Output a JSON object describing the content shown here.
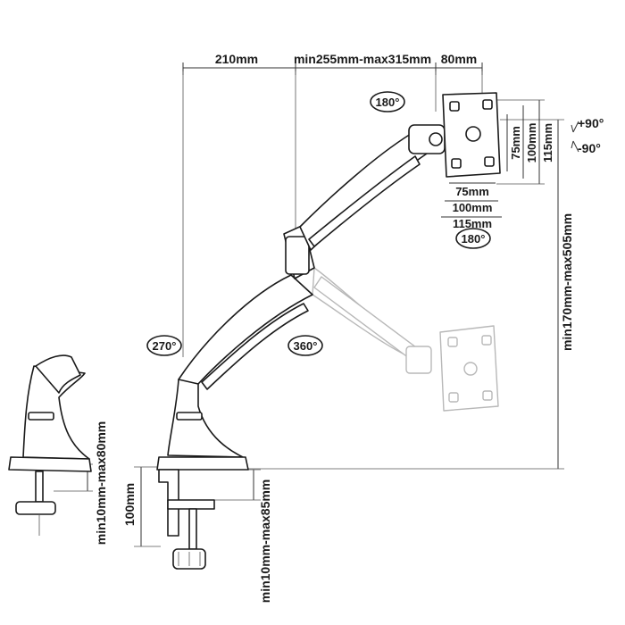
{
  "dimensions": {
    "arm_reach": "210mm",
    "extension": "min255mm-max315mm",
    "vesa_offset": "80mm",
    "vesa_h_75": "75mm",
    "vesa_h_100": "100mm",
    "vesa_h_115": "115mm",
    "vesa_v_75": "75mm",
    "vesa_v_100": "100mm",
    "vesa_v_115": "115mm",
    "height_range": "min170mm-max505mm",
    "clamp_depth": "100mm",
    "clamp_thickness": "min10mm-max85mm",
    "grommet_thickness": "min10mm-max80mm"
  },
  "rotations": {
    "tilt_up": "+90°",
    "tilt_down": "-90°",
    "top_swivel": "180°",
    "rotation_bottom": "180°",
    "base_swivel": "270°",
    "arm_swivel": "360°"
  },
  "colors": {
    "line": "#1a1a1a",
    "ghost": "#b8b8b8",
    "background": "#ffffff"
  }
}
